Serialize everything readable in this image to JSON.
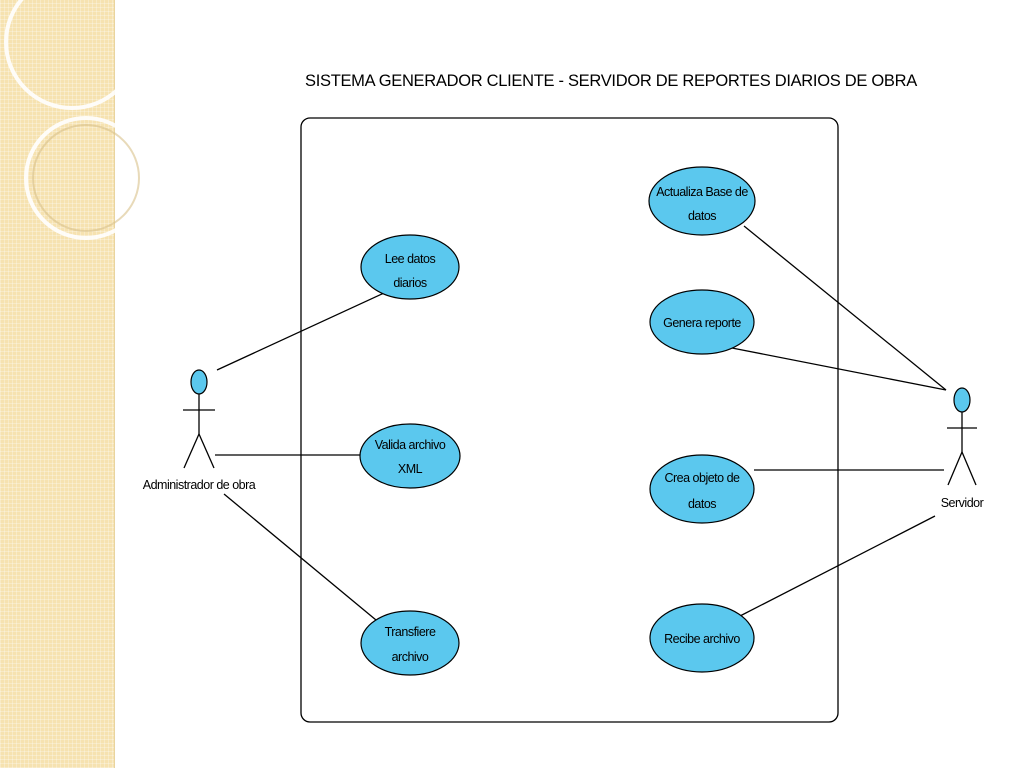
{
  "title": "SISTEMA GENERADOR CLIENTE - SERVIDOR DE REPORTES DIARIOS DE OBRA",
  "actors": {
    "admin": "Administrador de obra",
    "server": "Servidor"
  },
  "use_cases": {
    "lee": [
      "Lee datos",
      "diarios"
    ],
    "valida": [
      "Valida archivo",
      "XML"
    ],
    "transfiere": [
      "Transfiere",
      "archivo"
    ],
    "actualiza": [
      "Actualiza Base de",
      "datos"
    ],
    "genera": [
      "Genera reporte"
    ],
    "crea": [
      "Crea objeto de",
      "datos"
    ],
    "recibe": [
      "Recibe archivo"
    ]
  },
  "colors": {
    "usecase_fill": "#5bc8ee",
    "actor_head_fill": "#5bc8ee",
    "line": "#000000",
    "side_band": "#f6e2b0"
  }
}
